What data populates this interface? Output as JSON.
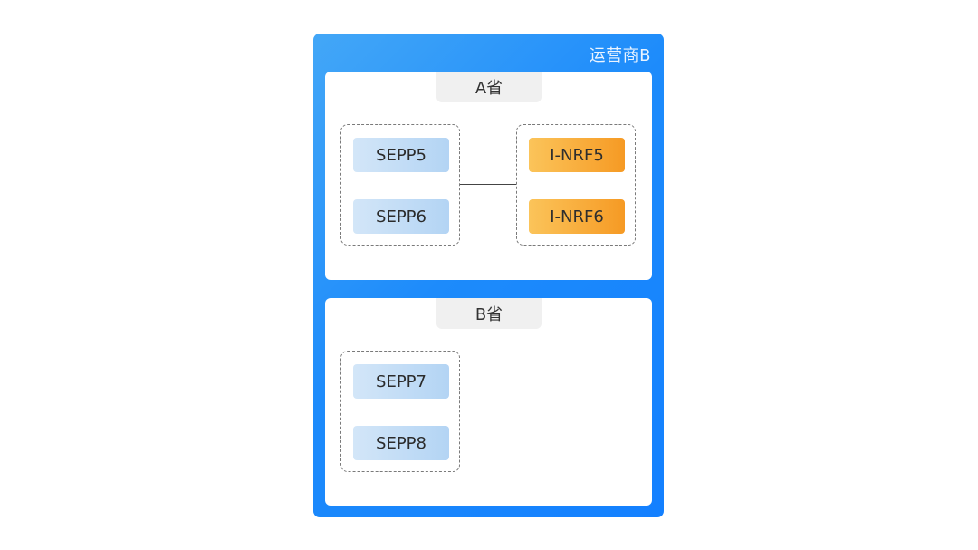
{
  "operator": {
    "title": "运营商B",
    "gradient_start": "#43a7f7",
    "gradient_end": "#1380ff"
  },
  "provinces": [
    {
      "label": "A省",
      "groups": [
        {
          "nodes": [
            "SEPP5",
            "SEPP6"
          ],
          "kind": "sepp"
        },
        {
          "nodes": [
            "I-NRF5",
            "I-NRF6"
          ],
          "kind": "nrf"
        }
      ]
    },
    {
      "label": "B省",
      "groups": [
        {
          "nodes": [
            "SEPP7",
            "SEPP8"
          ],
          "kind": "sepp"
        }
      ]
    }
  ],
  "colors": {
    "sepp_fill": "#c3ddf6",
    "nrf_fill": "#f8ae3c",
    "tab_fill": "#f0f0f0"
  }
}
